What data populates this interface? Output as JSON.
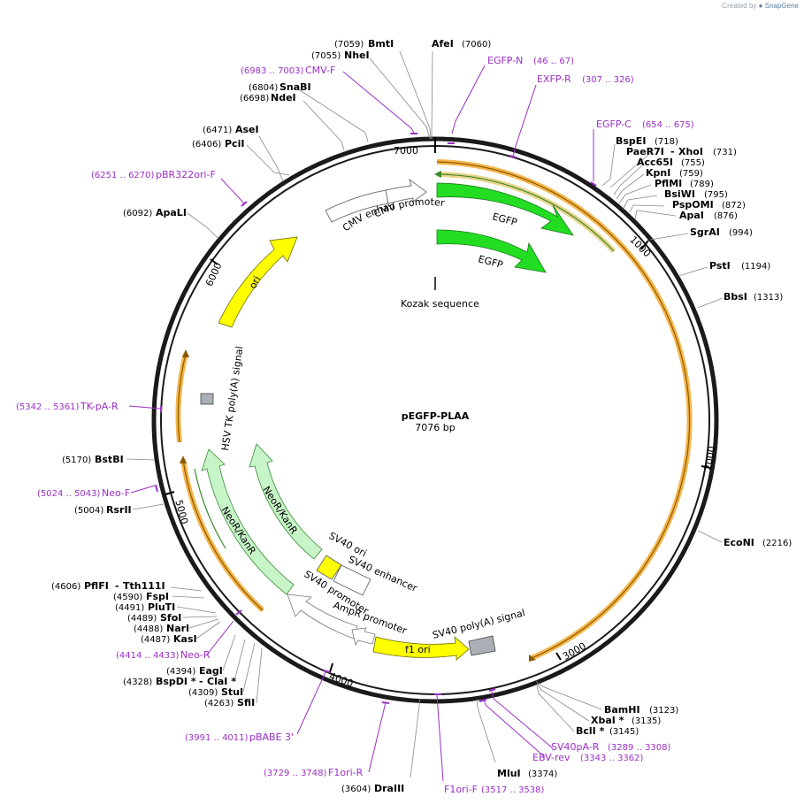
{
  "credit": {
    "prefix": "Created by",
    "brand": "SnapGene"
  },
  "plasmid": {
    "name": "pEGFP-PLAA",
    "length_label": "7076 bp",
    "length": 7076
  },
  "ticks": [
    "1000",
    "2000",
    "3000",
    "4000",
    "5000",
    "6000",
    "7000"
  ],
  "features": [
    {
      "key": "cmv_enhancer",
      "label": "CMV enhancer"
    },
    {
      "key": "cmv_promoter",
      "label": "CMV promoter"
    },
    {
      "key": "egfp_1",
      "label": "EGFP"
    },
    {
      "key": "egfp_2",
      "label": "EGFP"
    },
    {
      "key": "kozak",
      "label": "Kozak sequence"
    },
    {
      "key": "ori",
      "label": "ori"
    },
    {
      "key": "hsv_tk",
      "label": "HSV TK poly(A) signal"
    },
    {
      "key": "neor_1",
      "label": "NeoR/KanR"
    },
    {
      "key": "neor_2",
      "label": "NeoR/KanR"
    },
    {
      "key": "sv40_ori",
      "label": "SV40 ori"
    },
    {
      "key": "sv40_enh",
      "label": "SV40 enhancer"
    },
    {
      "key": "sv40_prom",
      "label": "SV40 promoter"
    },
    {
      "key": "ampr_prom",
      "label": "AmpR promoter"
    },
    {
      "key": "f1_ori",
      "label": "f1 ori"
    },
    {
      "key": "sv40_pa",
      "label": "SV40 poly(A) signal"
    }
  ],
  "enzymes": [
    {
      "name": "BmtI",
      "pos": "(7059)"
    },
    {
      "name": "AfeI",
      "pos": "(7060)"
    },
    {
      "name": "NheI",
      "pos": "(7055)"
    },
    {
      "name": "SnaBI",
      "pos": "(6804)"
    },
    {
      "name": "NdeI",
      "pos": "(6698)"
    },
    {
      "name": "AseI",
      "pos": "(6471)"
    },
    {
      "name": "PciI",
      "pos": "(6406)"
    },
    {
      "name": "ApaLI",
      "pos": "(6092)"
    },
    {
      "name": "BspEI",
      "pos": "(718)"
    },
    {
      "name": "PaeR7I",
      "pos": ""
    },
    {
      "name": "XhoI",
      "pos": "(731)"
    },
    {
      "name": "Acc65I",
      "pos": "(755)"
    },
    {
      "name": "KpnI",
      "pos": "(759)"
    },
    {
      "name": "PflMI",
      "pos": "(789)"
    },
    {
      "name": "BsiWI",
      "pos": "(795)"
    },
    {
      "name": "PspOMI",
      "pos": "(872)"
    },
    {
      "name": "ApaI",
      "pos": "(876)"
    },
    {
      "name": "SgrAI",
      "pos": "(994)"
    },
    {
      "name": "PstI",
      "pos": "(1194)"
    },
    {
      "name": "BbsI",
      "pos": "(1313)"
    },
    {
      "name": "EcoNI",
      "pos": "(2216)"
    },
    {
      "name": "BamHI",
      "pos": "(3123)"
    },
    {
      "name": "XbaI *",
      "pos": "(3135)"
    },
    {
      "name": "BclI *",
      "pos": "(3145)"
    },
    {
      "name": "MluI",
      "pos": "(3374)"
    },
    {
      "name": "DraIII",
      "pos": "(3604)"
    },
    {
      "name": "BstBI",
      "pos": "(5170)"
    },
    {
      "name": "RsrII",
      "pos": "(5004)"
    },
    {
      "name": "PflFI",
      "pos": "(4606)"
    },
    {
      "name": "Tth111I",
      "pos": ""
    },
    {
      "name": "FspI",
      "pos": "(4590)"
    },
    {
      "name": "PluTI",
      "pos": "(4491)"
    },
    {
      "name": "SfoI",
      "pos": "(4489)"
    },
    {
      "name": "NarI",
      "pos": "(4488)"
    },
    {
      "name": "KasI",
      "pos": "(4487)"
    },
    {
      "name": "EagI",
      "pos": "(4394)"
    },
    {
      "name": "BspDI *",
      "pos": "(4328)"
    },
    {
      "name": "ClaI *",
      "pos": ""
    },
    {
      "name": "StuI",
      "pos": "(4309)"
    },
    {
      "name": "SfiI",
      "pos": "(4263)"
    }
  ],
  "primers": [
    {
      "name": "CMV-F",
      "pos": "(6983 .. 7003)"
    },
    {
      "name": "EGFP-N",
      "pos": "(46 .. 67)"
    },
    {
      "name": "EXFP-R",
      "pos": "(307 .. 326)"
    },
    {
      "name": "EGFP-C",
      "pos": "(654 .. 675)"
    },
    {
      "name": "pBR322ori-F",
      "pos": "(6251 .. 6270)"
    },
    {
      "name": "TK-pA-R",
      "pos": "(5342 .. 5361)"
    },
    {
      "name": "Neo-F",
      "pos": "(5024 .. 5043)"
    },
    {
      "name": "Neo-R",
      "pos": "(4414 .. 4433)"
    },
    {
      "name": "pBABE 3'",
      "pos": "(3991 .. 4011)"
    },
    {
      "name": "F1ori-R",
      "pos": "(3729 .. 3748)"
    },
    {
      "name": "F1ori-F",
      "pos": "(3517 .. 3538)"
    },
    {
      "name": "SV40pA-R",
      "pos": "(3289 .. 3308)"
    },
    {
      "name": "EBV-rev",
      "pos": "(3343 .. 3362)"
    }
  ],
  "colors": {
    "backbone": "#1a1a1a",
    "egfp": "#22dd22",
    "neor": "#c8f5c8",
    "ori": "#ffff00",
    "orange": "#f5b54a",
    "primer": "#9a2fc6",
    "grey": "#aab0b5"
  }
}
